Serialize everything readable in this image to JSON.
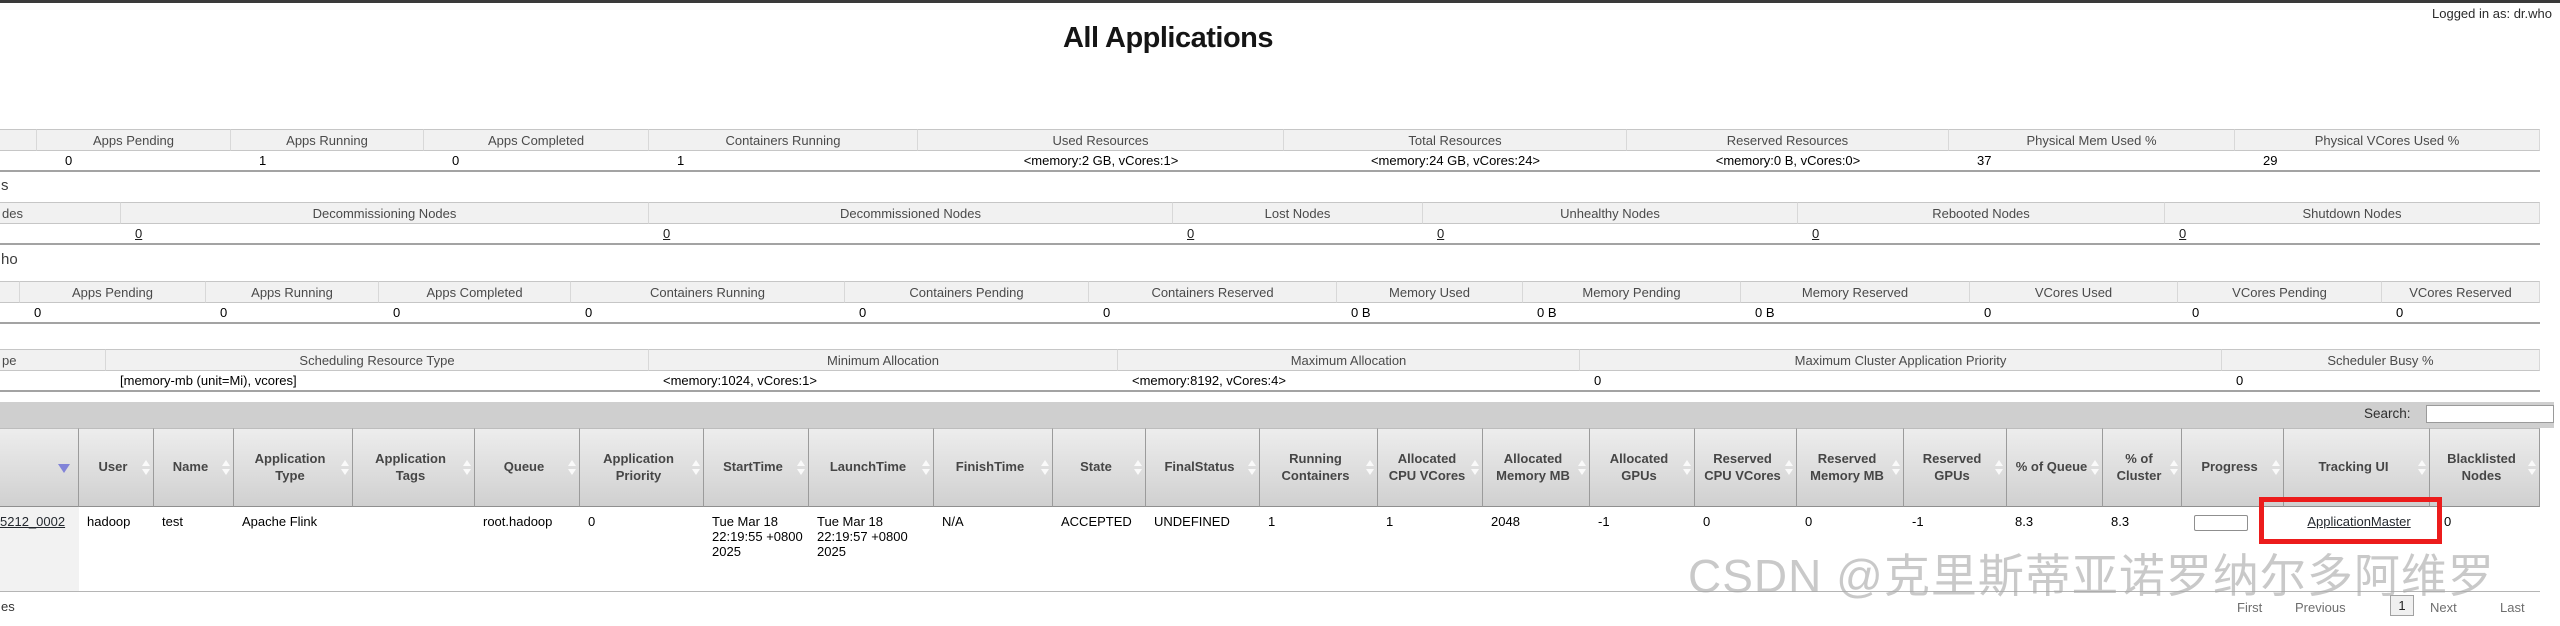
{
  "page": {
    "logged_in_as": "Logged in as: dr.who",
    "title": "All Applications"
  },
  "cluster_metrics": {
    "headers": [
      "",
      "Apps Pending",
      "Apps Running",
      "Apps Completed",
      "Containers Running",
      "Used Resources",
      "Total Resources",
      "Reserved Resources",
      "Physical Mem Used %",
      "Physical VCores Used %"
    ],
    "values": [
      "",
      "0",
      "1",
      "0",
      "1",
      "<memory:2 GB, vCores:1>",
      "<memory:24 GB, vCores:24>",
      "<memory:0 B, vCores:0>",
      "37",
      "29"
    ]
  },
  "nodes_metrics": {
    "heading_tail": "s",
    "headers": [
      "des",
      "Decommissioning Nodes",
      "Decommissioned Nodes",
      "Lost Nodes",
      "Unhealthy Nodes",
      "Rebooted Nodes",
      "Shutdown Nodes"
    ],
    "values": [
      "",
      "0",
      "0",
      "0",
      "0",
      "0",
      "0"
    ]
  },
  "user_metrics": {
    "heading_tail": "ho",
    "headers": [
      "",
      "Apps Pending",
      "Apps Running",
      "Apps Completed",
      "Containers Running",
      "Containers Pending",
      "Containers Reserved",
      "Memory Used",
      "Memory Pending",
      "Memory Reserved",
      "VCores Used",
      "VCores Pending",
      "VCores Reserved"
    ],
    "values": [
      "",
      "0",
      "0",
      "0",
      "0",
      "0",
      "0",
      "0 B",
      "0 B",
      "0 B",
      "0",
      "0",
      "0"
    ]
  },
  "scheduler_metrics": {
    "headers": [
      "pe",
      "Scheduling Resource Type",
      "Minimum Allocation",
      "Maximum Allocation",
      "Maximum Cluster Application Priority",
      "Scheduler Busy %"
    ],
    "values": [
      "",
      "[memory-mb (unit=Mi), vcores]",
      "<memory:1024, vCores:1>",
      "<memory:8192, vCores:4>",
      "0",
      "0"
    ]
  },
  "apps_table": {
    "search_label": "Search:",
    "search_value": "",
    "sorted_column_index": 0,
    "sort_direction": "descending",
    "columns": [
      "",
      "User",
      "Name",
      "Application Type",
      "Application Tags",
      "Queue",
      "Application Priority",
      "StartTime",
      "LaunchTime",
      "FinishTime",
      "State",
      "FinalStatus",
      "Running Containers",
      "Allocated CPU VCores",
      "Allocated Memory MB",
      "Allocated GPUs",
      "Reserved CPU VCores",
      "Reserved Memory MB",
      "Reserved GPUs",
      "% of Queue",
      "% of Cluster",
      "Progress",
      "Tracking UI",
      "Blacklisted Nodes"
    ],
    "row": {
      "cells": [
        "5212_0002",
        "hadoop",
        "test",
        "Apache Flink",
        "",
        "root.hadoop",
        "0",
        "Tue Mar 18 22:19:55 +0800 2025",
        "Tue Mar 18 22:19:57 +0800 2025",
        "N/A",
        "ACCEPTED",
        "UNDEFINED",
        "1",
        "1",
        "2048",
        "-1",
        "0",
        "0",
        "-1",
        "8.3",
        "8.3",
        "",
        "ApplicationMaster",
        "0"
      ],
      "progress_percent": "0"
    }
  },
  "footer": {
    "entries_tail": "es",
    "pagination": {
      "first": "First",
      "previous": "Previous",
      "page": "1",
      "next": "Next",
      "last": "Last"
    }
  },
  "watermark": "CSDN @克里斯蒂亚诺罗纳尔多阿维罗",
  "colors": {
    "annotation_box": "#ec1c1c",
    "sort_active_arrow": "#8183d8",
    "apps_header_gradient_top": "#ededed",
    "apps_header_gradient_bottom": "#d0d0d0",
    "search_bar_bg": "#cfcfcf",
    "metrics_header_bg": "#f1f1f1",
    "top_border": "#3a3a3a"
  }
}
